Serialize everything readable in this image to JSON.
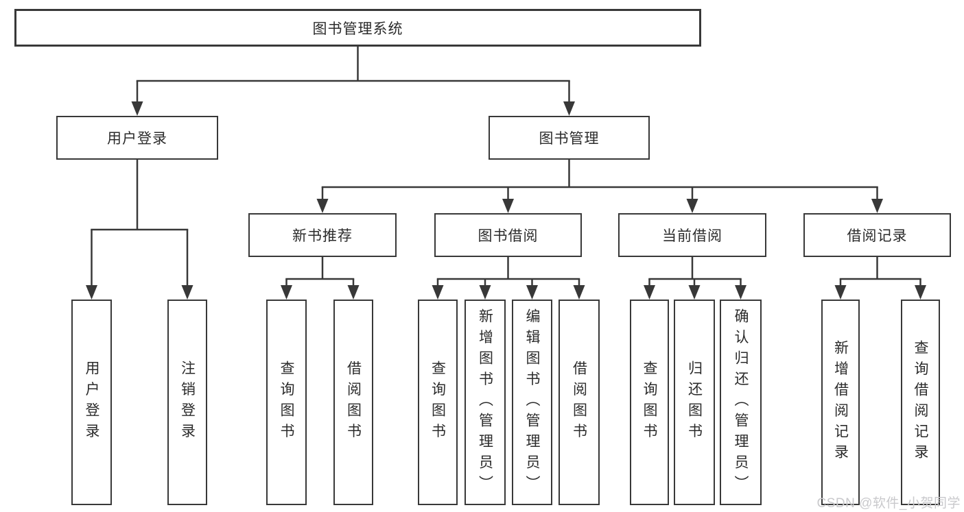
{
  "diagram": {
    "title": "图书管理系统",
    "type": "hierarchy-tree"
  },
  "colors": {
    "line": "#383838",
    "box_border": "#383838",
    "box_background": "#ffffff",
    "text": "#2b2b2b",
    "watermark": "#c9c9cc"
  },
  "nodes": {
    "root": {
      "label": "图书管理系统"
    },
    "user_login": {
      "label": "用户登录"
    },
    "book_mgmt": {
      "label": "图书管理"
    },
    "new_books": {
      "label": "新书推荐"
    },
    "book_borrow": {
      "label": "图书借阅"
    },
    "current_borrow": {
      "label": "当前借阅"
    },
    "borrow_records": {
      "label": "借阅记录"
    },
    "leaf_user_login": {
      "label": "用户登录"
    },
    "leaf_logout": {
      "label": "注销登录"
    },
    "leaf_nb_query": {
      "label": "查询图书"
    },
    "leaf_nb_borrow": {
      "label": "借阅图书"
    },
    "leaf_bb_query": {
      "label": "查询图书"
    },
    "leaf_bb_add": {
      "label": "新增图书（管理员）"
    },
    "leaf_bb_edit": {
      "label": "编辑图书（管理员）"
    },
    "leaf_bb_borrow": {
      "label": "借阅图书"
    },
    "leaf_cb_query": {
      "label": "查询图书"
    },
    "leaf_cb_return": {
      "label": "归还图书"
    },
    "leaf_cb_confirm": {
      "label": "确认归还（管理员）"
    },
    "leaf_br_add": {
      "label": "新增借阅记录"
    },
    "leaf_br_query": {
      "label": "查询借阅记录"
    }
  },
  "watermark": {
    "text": "CSDN @软件_小贺同学"
  }
}
